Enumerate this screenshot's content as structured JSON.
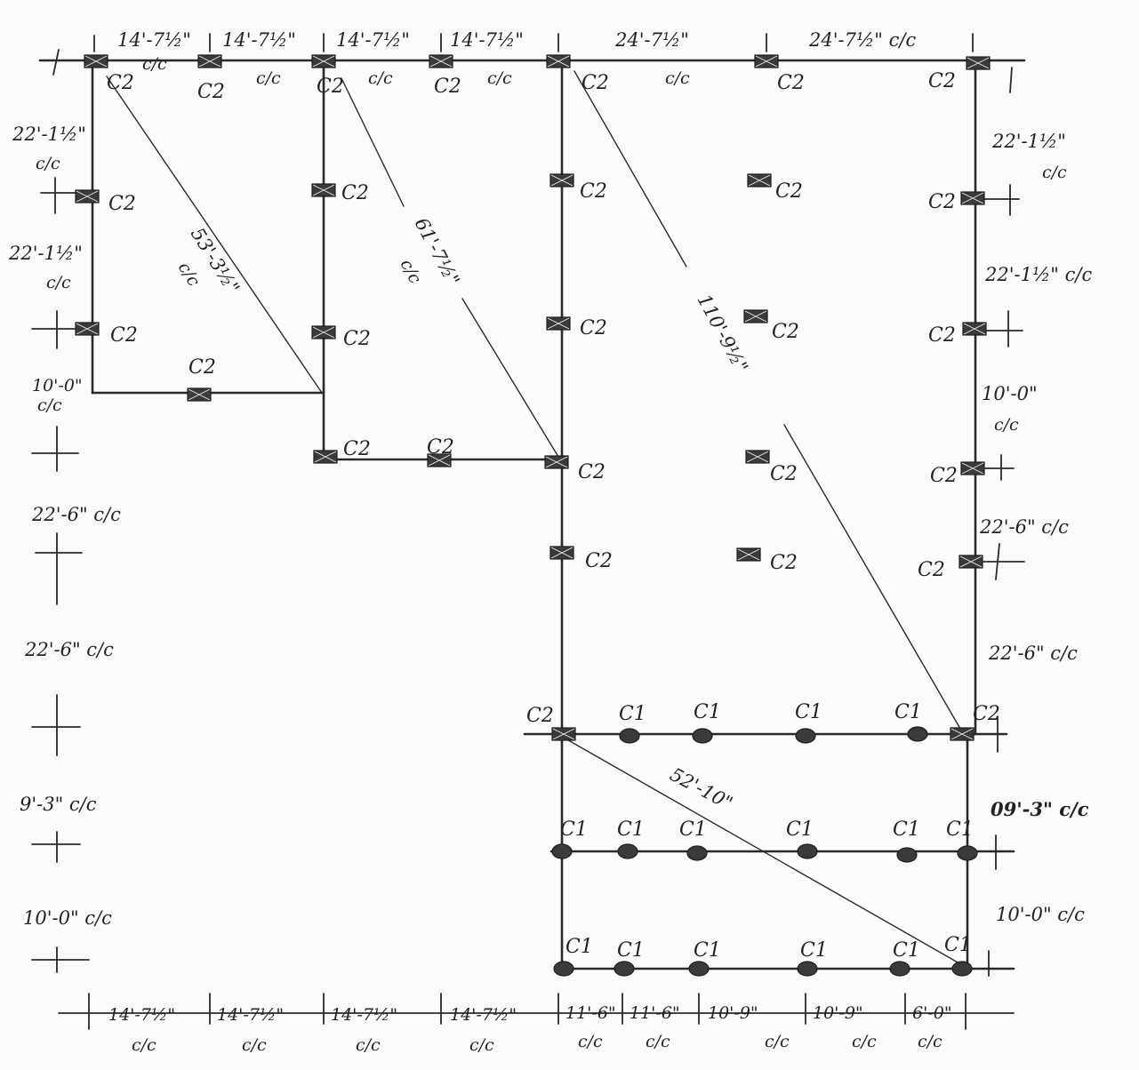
{
  "dimensions": {
    "top": [
      {
        "text": "14'-7½\"",
        "sub": "c/c"
      },
      {
        "text": "14'-7½\"",
        "sub": "c/c"
      },
      {
        "text": "14'-7½\"",
        "sub": "c/c"
      },
      {
        "text": "14'-7½\"",
        "sub": "c/c"
      },
      {
        "text": "24'-7½\"",
        "sub": "c/c"
      },
      {
        "text": "24'-7½\" c/c",
        "sub": ""
      }
    ],
    "bottom": [
      {
        "text": "14'-7½\"",
        "sub": "c/c"
      },
      {
        "text": "14'-7½\"",
        "sub": "c/c"
      },
      {
        "text": "14'-7½\"",
        "sub": "c/c"
      },
      {
        "text": "14'-7½\"",
        "sub": "c/c"
      },
      {
        "text": "11'-6\"",
        "sub": "c/c"
      },
      {
        "text": "11'-6\"",
        "sub": "c/c"
      },
      {
        "text": "10'-9\"",
        "sub": "c/c"
      },
      {
        "text": "10'-9\"",
        "sub": "c/c"
      },
      {
        "text": "6'-0\"",
        "sub": "c/c"
      }
    ],
    "left": [
      {
        "text": "22'-1½\"",
        "sub": "c/c"
      },
      {
        "text": "22'-1½\"",
        "sub": "c/c"
      },
      {
        "text": "10'-0\"",
        "sub": "c/c"
      },
      {
        "text": "22'-6\" c/c",
        "sub": ""
      },
      {
        "text": "22'-6\" c/c",
        "sub": ""
      },
      {
        "text": "9'-3\" c/c",
        "sub": ""
      },
      {
        "text": "10'-0\" c/c",
        "sub": ""
      }
    ],
    "right": [
      {
        "text": "22'-1½\"",
        "sub": "c/c"
      },
      {
        "text": "22'-1½\" c/c",
        "sub": ""
      },
      {
        "text": "10'-0\"",
        "sub": "c/c"
      },
      {
        "text": "22'-6\" c/c",
        "sub": ""
      },
      {
        "text": "22'-6\" c/c",
        "sub": ""
      },
      {
        "text": "09'-3\" c/c",
        "sub": ""
      },
      {
        "text": "10'-0\" c/c",
        "sub": ""
      }
    ]
  },
  "diagonals": [
    {
      "text": "53'-3½\"",
      "sub": "c/c"
    },
    {
      "text": "61'-7½\"",
      "sub": "c/c"
    },
    {
      "text": "110'-9½\"",
      "sub": ""
    },
    {
      "text": "52'-10\"",
      "sub": ""
    }
  ],
  "labels": {
    "c1": "C1",
    "c2": "C2"
  },
  "colors": {
    "ink": "#2a2a2a",
    "paper": "#fbfbf9"
  }
}
